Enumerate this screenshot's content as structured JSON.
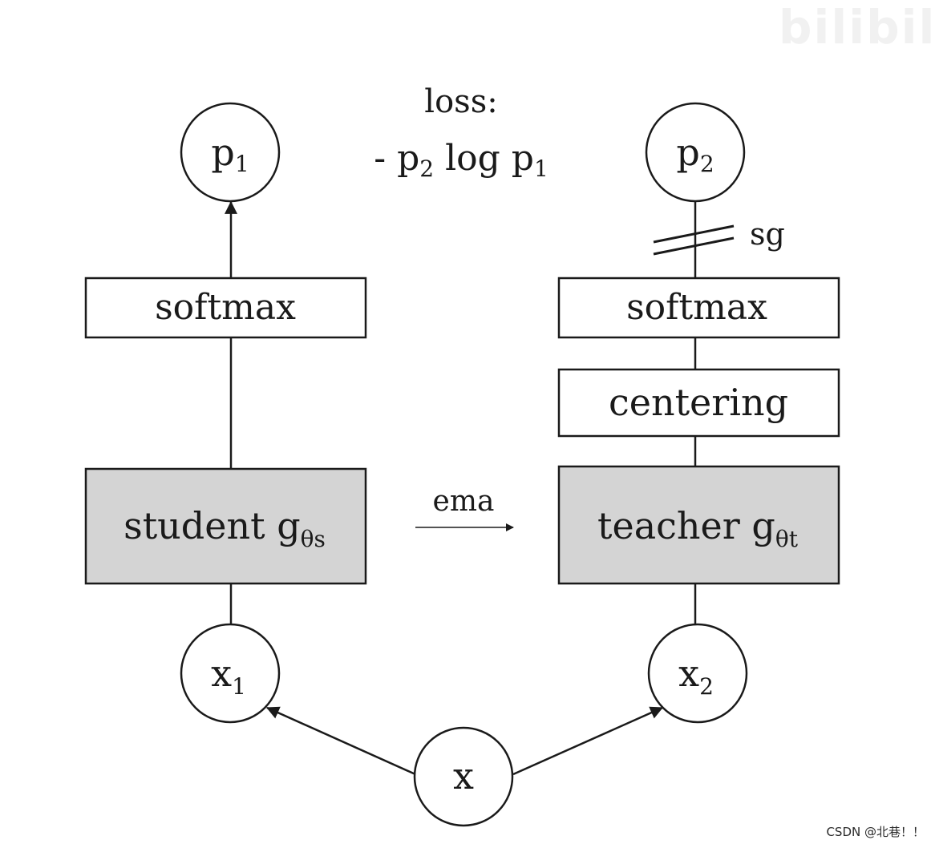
{
  "loss": {
    "label": "loss:",
    "formula_prefix": "- p",
    "formula_sub_a": "2",
    "formula_mid": " log p",
    "formula_sub_b": "1"
  },
  "student": {
    "output": {
      "base": "p",
      "sub": "1"
    },
    "softmax": "softmax",
    "network": {
      "text": "student g",
      "sub": "θs"
    },
    "input": {
      "base": "x",
      "sub": "1"
    }
  },
  "teacher": {
    "output": {
      "base": "p",
      "sub": "2"
    },
    "stop_gradient": "sg",
    "softmax": "softmax",
    "centering": "centering",
    "network": {
      "text": "teacher g",
      "sub": "θt"
    },
    "input": {
      "base": "x",
      "sub": "2"
    }
  },
  "ema_label": "ema",
  "source": "x",
  "watermark": "CSDN @北巷！！",
  "corner_watermark": "bilibili",
  "colors": {
    "stroke": "#1a1a1a",
    "network_fill": "#d4d4d4",
    "box_fill": "#ffffff"
  }
}
